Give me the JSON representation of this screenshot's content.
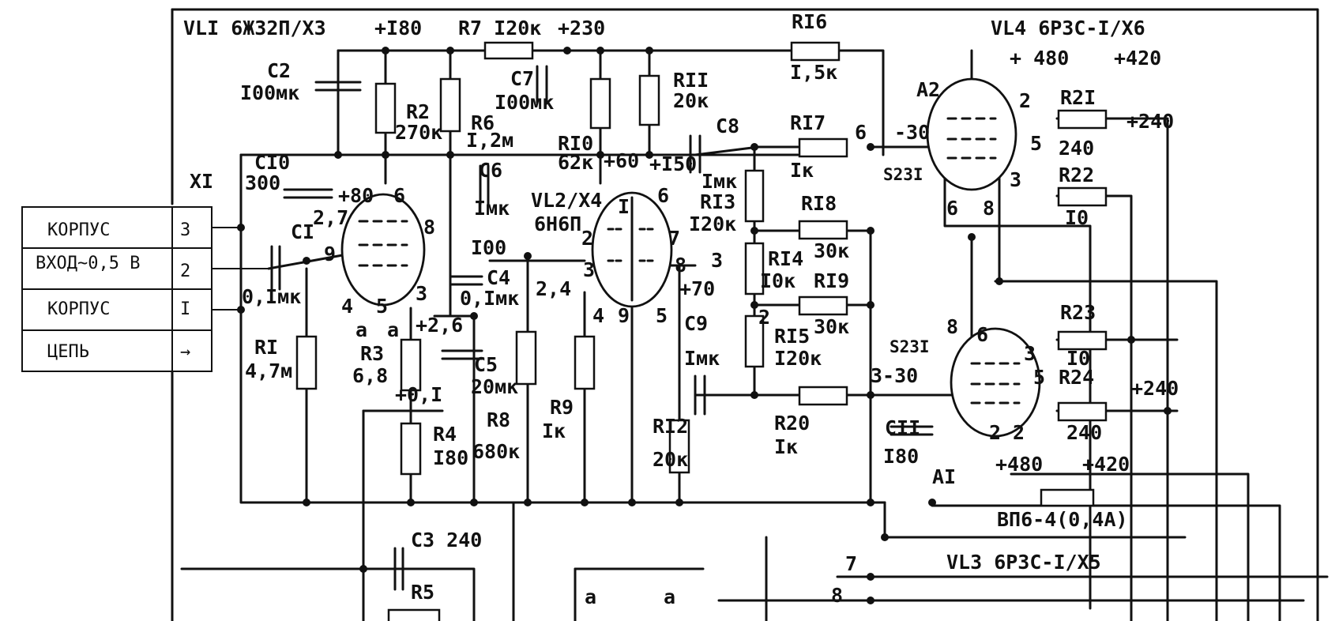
{
  "connector": {
    "ref": "XI",
    "rows": [
      {
        "label": "КОРПУС",
        "pin": "3"
      },
      {
        "label": "ВХОД~0,5 В",
        "pin": "2"
      },
      {
        "label": "КОРПУС",
        "pin": "I"
      },
      {
        "label": "ЦЕПЬ",
        "pin": "→"
      }
    ]
  },
  "tubes": {
    "vl1": "VLI 6Ж32П/Х3",
    "vl2": "VL2/Х4",
    "vl2_type": "6Н6П",
    "vl3": "VL3 6Р3С-I/Х5",
    "vl4": "VL4 6Р3С-I/Х6"
  },
  "voltages": {
    "v180": "+I80",
    "v230": "+230",
    "v80": "+80",
    "v60": "+60",
    "v150": "+I50",
    "v26": "+2,6",
    "v01": "+0,I",
    "v70": "+70",
    "v24": "2,4",
    "vm30a": "-30",
    "vm30b": "3-30",
    "v480a": "+ 480",
    "v420a": "+420",
    "v480b": "+480",
    "v420b": "+420",
    "v240a": "+240",
    "v240b": "+240"
  },
  "components": {
    "c1": "CI",
    "c1v": "0,Iмк",
    "c2": "C2",
    "c2v": "I00мк",
    "c3": "C3 240",
    "c4": "C4",
    "c4v": "0,Iмк",
    "c5": "C5",
    "c5v": "20мк",
    "c6": "C6",
    "c6v": "Iмк",
    "c7": "C7",
    "c7v": "I00мк",
    "c8": "C8",
    "c8v": "Iмк",
    "c9": "C9",
    "c9v": "Iмк",
    "c10": "CI0",
    "c10v": "300",
    "c10b": "2,7",
    "c11": "CII",
    "c11v": "I80",
    "r1": "RI",
    "r1v": "4,7м",
    "r2": "R2",
    "r2v": "270к",
    "r3": "R3",
    "r3v": "6,8",
    "r4": "R4",
    "r4v": "I80",
    "r5": "R5",
    "r6": "R6",
    "r6v": "I,2м",
    "r7": "R7 I20к",
    "r8": "R8",
    "r8v": "680к",
    "r9": "R9",
    "r9v": "Iк",
    "r10": "RI0",
    "r10v": "62к",
    "r11": "RII",
    "r11v": "20к",
    "r12": "RI2",
    "r12v": "20к",
    "r13": "RI3",
    "r13v": "I20к",
    "r14": "RI4",
    "r14v": "I0к",
    "r15": "RI5",
    "r15v": "I20к",
    "r16": "RI6",
    "r16v": "I,5к",
    "r17": "RI7",
    "r17v": "Iк",
    "r18": "RI8",
    "r18v": "30к",
    "r19": "RI9",
    "r19v": "30к",
    "r20": "R20",
    "r20v": "Iк",
    "r21": "R2I",
    "r21v": "240",
    "r22": "R22",
    "r22v": "I0",
    "r23": "R23",
    "r23v": "I0",
    "r24": "R24",
    "r24v": "240",
    "fuse": "ВП6-4(0,4А)",
    "a1": "AI",
    "a2": "A2",
    "s231a": "S23I",
    "s231b": "S23I"
  },
  "pins": {
    "p6a": "6",
    "p8a": "8",
    "p9a": "9",
    "p4a": "4",
    "p5a": "5",
    "p3a": "3",
    "p1b": "I",
    "p6b": "6",
    "p7b": "7",
    "p8b": "8",
    "p2b": "2",
    "p3b": "3",
    "p4b": "4",
    "p9b": "9",
    "p5b": "5",
    "p3c": "3",
    "p100": "I00",
    "p2c": "2",
    "p6r": "6",
    "p2d": "2",
    "p3d": "3",
    "p5d": "5",
    "p6d": "6",
    "p8d": "8",
    "p8e": "8",
    "p6e": "6",
    "p3e": "3",
    "p5e": "5",
    "p2e": "2",
    "p2f": "2",
    "p7n": "7",
    "p8n": "8",
    "pa1": "a",
    "pa2": "a",
    "pa3": "a",
    "pa4": "a"
  }
}
